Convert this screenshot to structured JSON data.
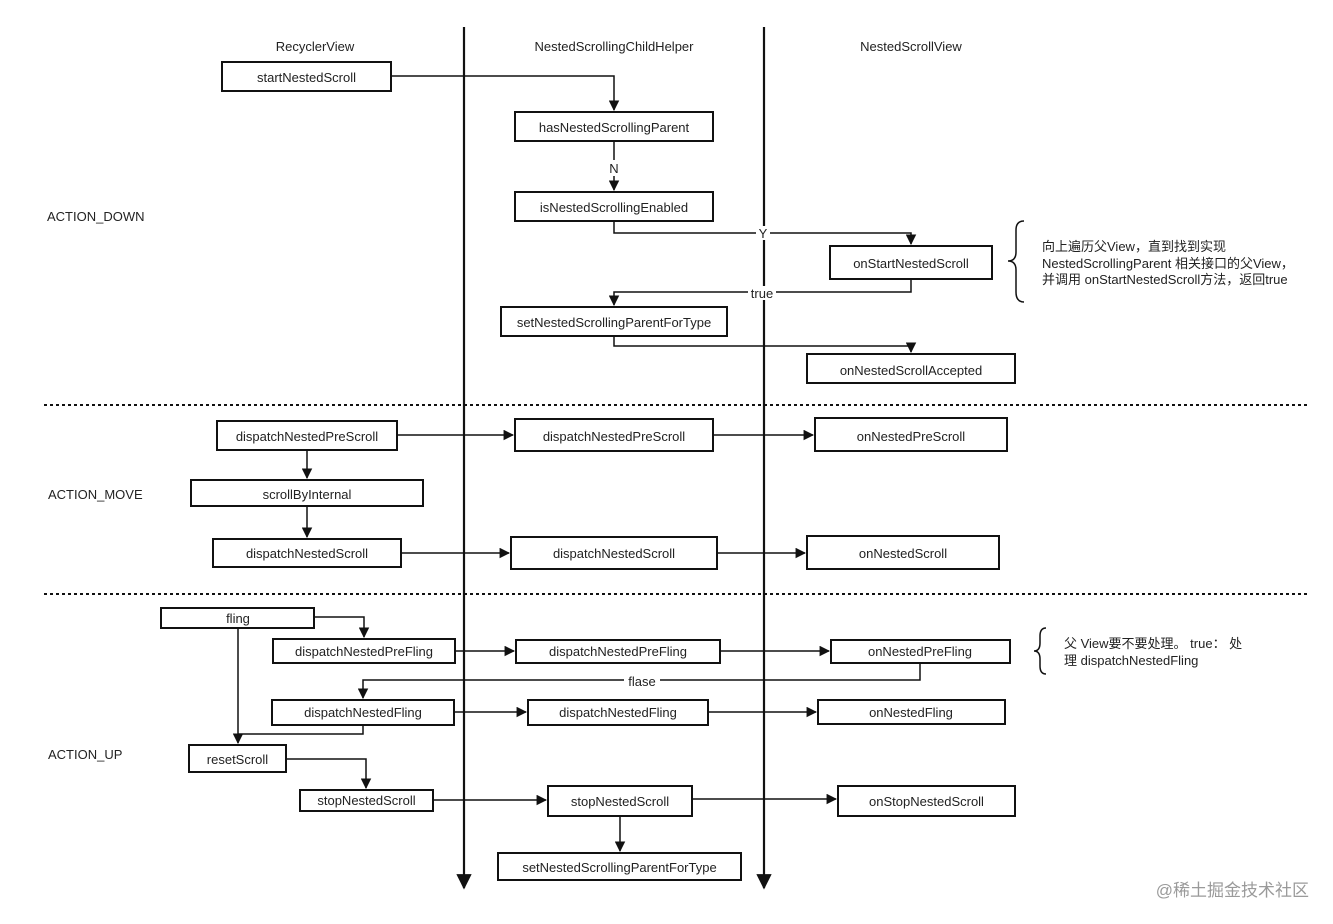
{
  "lanes": {
    "recycler": {
      "label": "RecyclerView",
      "color": "#e8392b"
    },
    "helper": {
      "label": "NestedScrollingChildHelper",
      "color": "#2a9b2a"
    },
    "parent": {
      "label": "NestedScrollView",
      "color": "#1a3bd6"
    }
  },
  "phases": {
    "down": "ACTION_DOWN",
    "move": "ACTION_MOVE",
    "up": "ACTION_UP"
  },
  "nodes": {
    "startNestedScroll": "startNestedScroll",
    "hasNestedScrollingParent": "hasNestedScrollingParent",
    "isNestedScrollingEnabled": "isNestedScrollingEnabled",
    "onStartNestedScroll": "onStartNestedScroll",
    "setNestedScrollingParentForType1": "setNestedScrollingParentForType",
    "onNestedScrollAccepted": "onNestedScrollAccepted",
    "rvDispatchNestedPreScroll": "dispatchNestedPreScroll",
    "helperDispatchNestedPreScroll": "dispatchNestedPreScroll",
    "onNestedPreScroll": "onNestedPreScroll",
    "scrollByInternal": "scrollByInternal",
    "rvDispatchNestedScroll": "dispatchNestedScroll",
    "helperDispatchNestedScroll": "dispatchNestedScroll",
    "onNestedScroll": "onNestedScroll",
    "fling": "fling",
    "rvDispatchNestedPreFling": "dispatchNestedPreFling",
    "helperDispatchNestedPreFling": "dispatchNestedPreFling",
    "onNestedPreFling": "onNestedPreFling",
    "rvDispatchNestedFling": "dispatchNestedFling",
    "helperDispatchNestedFling": "dispatchNestedFling",
    "onNestedFling": "onNestedFling",
    "resetScroll": "resetScroll",
    "rvStopNestedScroll": "stopNestedScroll",
    "helperStopNestedScroll": "stopNestedScroll",
    "onStopNestedScroll": "onStopNestedScroll",
    "setNestedScrollingParentForType2": "setNestedScrollingParentForType"
  },
  "edge_labels": {
    "n": "N",
    "y": "Y",
    "true": "true",
    "flase": "flase"
  },
  "notes": {
    "down": [
      "向上遍历父View，直到找到实现",
      "NestedScrollingParent 相关接口的父View，",
      "并调用 onStartNestedScroll方法，返回true"
    ],
    "up": [
      "父 View要不要处理。 true： 处",
      "理 dispatchNestedFling"
    ]
  },
  "watermark": "@稀土掘金技术社区"
}
